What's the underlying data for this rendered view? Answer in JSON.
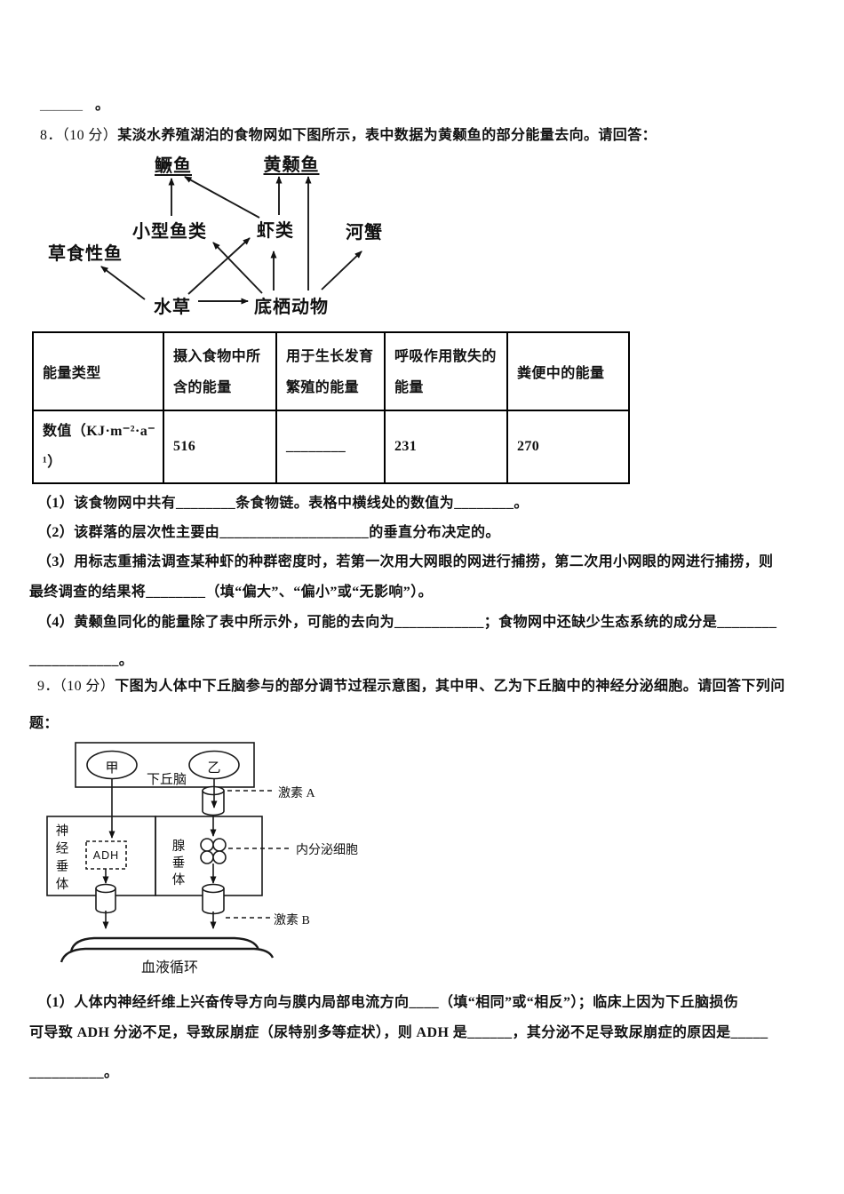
{
  "page_top": {
    "blank": "______",
    "period": "。"
  },
  "q8": {
    "prefix": "8．（10 分）",
    "stem": "某淡水养殖湖泊的食物网如下图所示，表中数据为黄颡鱼的部分能量去向。请回答：",
    "foodweb": {
      "nodes": {
        "guiyu": "鳜鱼",
        "huangsangyu": "黄颡鱼",
        "xiaoxingyulei": "小型鱼类",
        "xialei": "虾类",
        "hexie": "河蟹",
        "caoshixingyu": "草食性鱼",
        "shuicao": "水草",
        "dixidongwu": "底栖动物"
      }
    },
    "table": {
      "col1_header": "能量类型",
      "col2_header_l1": "摄入食物中所",
      "col2_header_l2": "含的能量",
      "col3_header_l1": "用于生长发育",
      "col3_header_l2": "繁殖的能量",
      "col4_header_l1": "呼吸作用散失的",
      "col4_header_l2": "能量",
      "col5_header": "粪便中的能量",
      "row_label_l1": "数值（KJ·m⁻²·a⁻",
      "row_label_l2": "¹）",
      "intake": "516",
      "growth_blank": "________",
      "respiration": "231",
      "feces": "270"
    },
    "parts": {
      "p1": "（1）该食物网中共有________条食物链。表格中横线处的数值为________。",
      "p2": "（2）该群落的层次性主要由____________________的垂直分布决定的。",
      "p3a": "（3）用标志重捕法调查某种虾的种群密度时，若第一次用大网眼的网进行捕捞，第二次用小网眼的网进行捕捞，则",
      "p3b": "最终调查的结果将________（填“偏大”、“偏小”或“无影响”）。",
      "p4a": "（4）黄颡鱼同化的能量除了表中所示外，可能的去向为____________；食物网中还缺少生态系统的成分是________",
      "p4b": "____________。"
    }
  },
  "q9": {
    "prefix": "9．（10 分）",
    "stem_l1": "下图为人体中下丘脑参与的部分调节过程示意图，其中甲、乙为下丘脑中的神经分泌细胞。请回答下列问",
    "stem_l2": "题：",
    "diagram": {
      "jia": "甲",
      "yi": "乙",
      "xiaqiunao": "下丘脑",
      "jisu_a": "激素 A",
      "shenjing_chuiti": "神经垂体",
      "adh": "ADH",
      "xian_chuiti": "腺垂体",
      "neifenmi_xibao": "内分泌细胞",
      "jisu_b": "激素 B",
      "xueye_xunhuan": "血液循环"
    },
    "parts": {
      "p1a": "（1）人体内神经纤维上兴奋传导方向与膜内局部电流方向____（填“相同”或“相反”）；临床上因为下丘脑损伤",
      "p1b": "可导致 ADH 分泌不足，导致尿崩症（尿特别多等症状），则 ADH 是______，其分泌不足导致尿崩症的原因是_____",
      "p1c": "__________。"
    }
  }
}
